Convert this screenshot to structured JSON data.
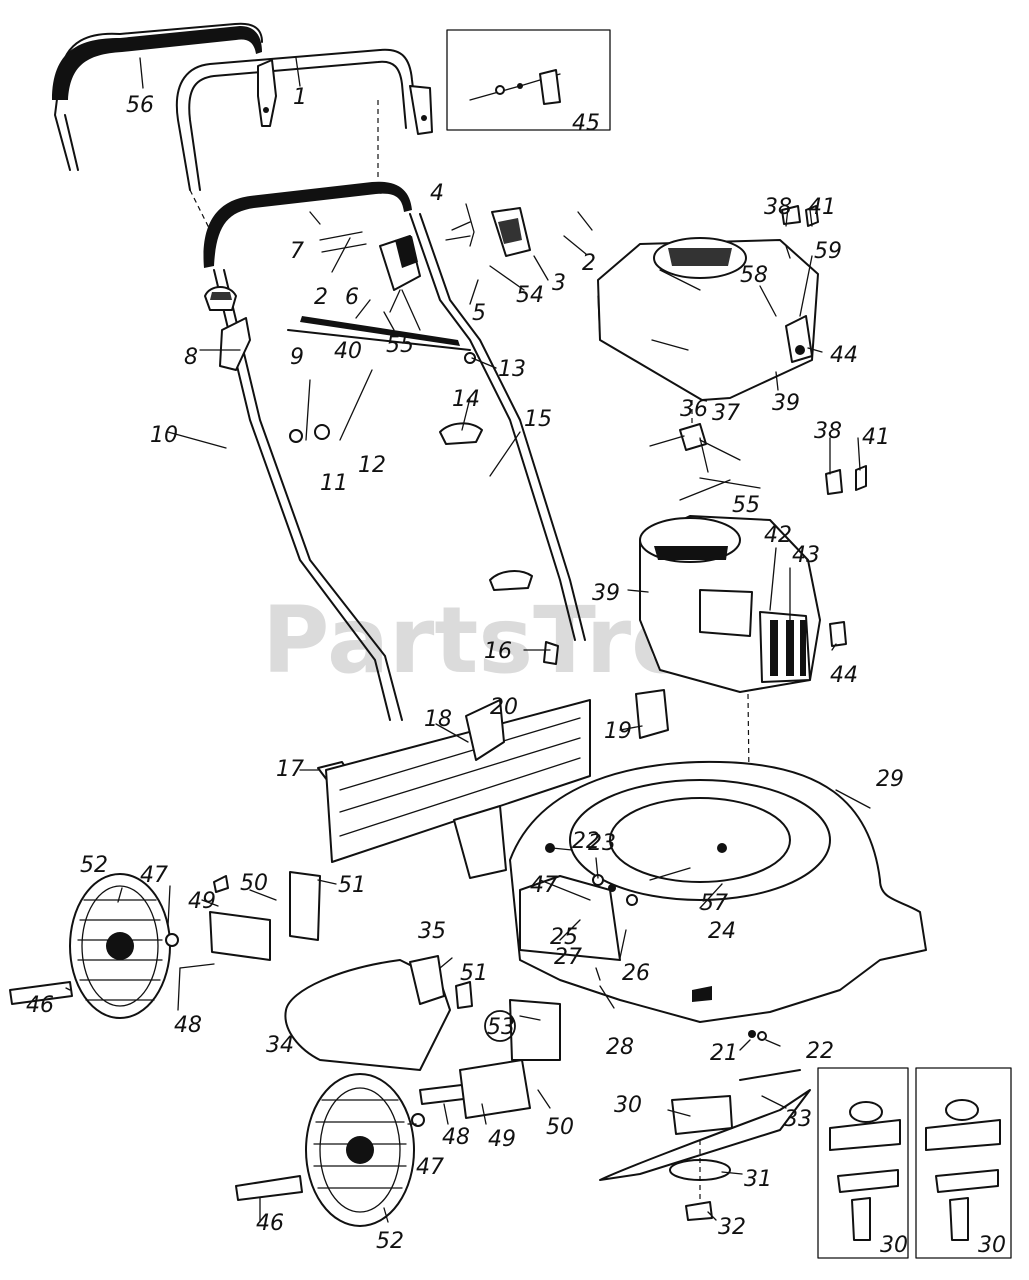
{
  "watermark": {
    "text": "PartsTree",
    "trademark": "™"
  },
  "part_labels": {
    "p1": "1",
    "p2a": "2",
    "p2b": "2",
    "p3": "3",
    "p4": "4",
    "p5": "5",
    "p6": "6",
    "p7": "7",
    "p8": "8",
    "p9": "9",
    "p10": "10",
    "p11": "11",
    "p12": "12",
    "p13": "13",
    "p14": "14",
    "p15": "15",
    "p16": "16",
    "p17": "17",
    "p18": "18",
    "p19": "19",
    "p20": "20",
    "p21": "21",
    "p22a": "22",
    "p22b": "22",
    "p23": "23",
    "p24": "24",
    "p25": "25",
    "p26": "26",
    "p27": "27",
    "p28": "28",
    "p29": "29",
    "p30a": "30",
    "p30b": "30",
    "p30c": "30",
    "p31": "31",
    "p32": "32",
    "p33": "33",
    "p34": "34",
    "p35": "35",
    "p36": "36",
    "p37": "37",
    "p38a": "38",
    "p38b": "38",
    "p39a": "39",
    "p39b": "39",
    "p40": "40",
    "p41a": "41",
    "p41b": "41",
    "p42": "42",
    "p43": "43",
    "p44a": "44",
    "p44b": "44",
    "p45": "45",
    "p46a": "46",
    "p46b": "46",
    "p47a": "47",
    "p47b": "47",
    "p47c": "47",
    "p48a": "48",
    "p48b": "48",
    "p49a": "49",
    "p49b": "49",
    "p50a": "50",
    "p50b": "50",
    "p51a": "51",
    "p51b": "51",
    "p52a": "52",
    "p52b": "52",
    "p53": "53",
    "p54": "54",
    "p55a": "55",
    "p55b": "55",
    "p56": "56",
    "p57": "57",
    "p58": "58",
    "p59": "59"
  }
}
